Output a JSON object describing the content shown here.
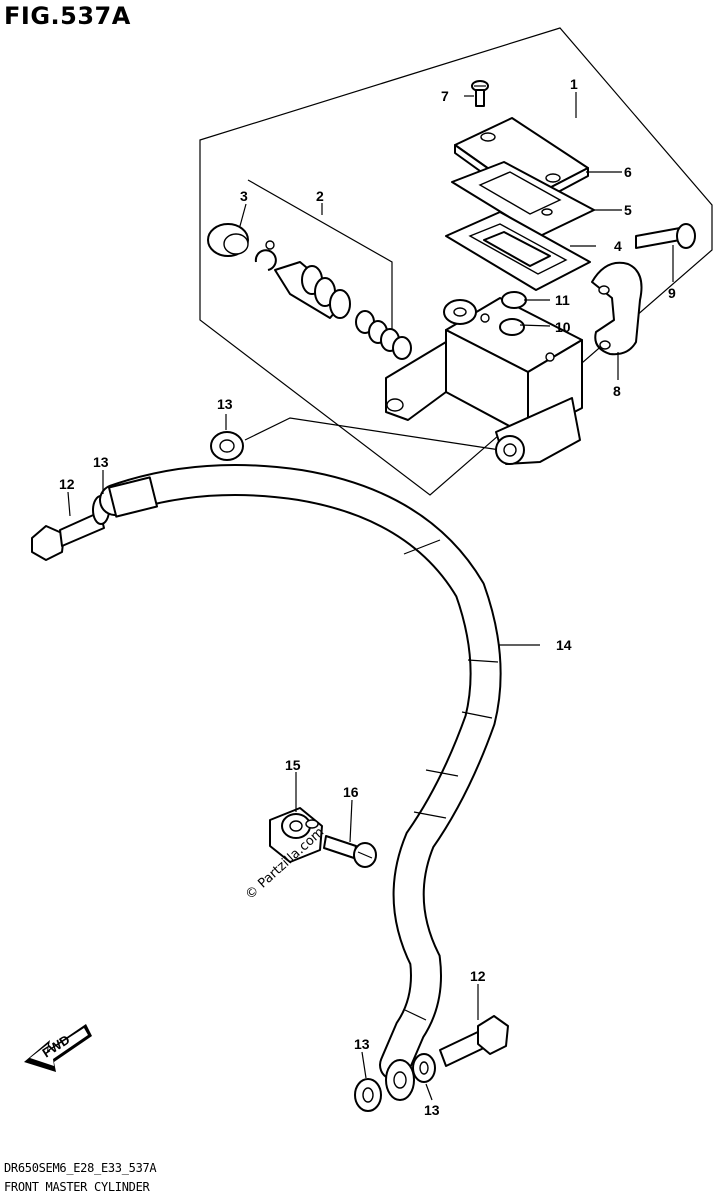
{
  "figure": {
    "title": "FIG.537A"
  },
  "footer": {
    "code": "DR650SEM6_E28_E33_537A",
    "caption": "FRONT MASTER CYLINDER"
  },
  "watermark": {
    "text": "© Partzilla.com"
  },
  "fwd_badge": {
    "label": "FWD"
  },
  "callouts": [
    {
      "id": "1",
      "label": "1"
    },
    {
      "id": "2",
      "label": "2"
    },
    {
      "id": "3",
      "label": "3"
    },
    {
      "id": "4",
      "label": "4"
    },
    {
      "id": "5",
      "label": "5"
    },
    {
      "id": "6",
      "label": "6"
    },
    {
      "id": "7",
      "label": "7"
    },
    {
      "id": "8",
      "label": "8"
    },
    {
      "id": "9",
      "label": "9"
    },
    {
      "id": "10",
      "label": "10"
    },
    {
      "id": "11",
      "label": "11"
    },
    {
      "id": "12a",
      "label": "12"
    },
    {
      "id": "12b",
      "label": "12"
    },
    {
      "id": "13a",
      "label": "13"
    },
    {
      "id": "13b",
      "label": "13"
    },
    {
      "id": "13c",
      "label": "13"
    },
    {
      "id": "13d",
      "label": "13"
    },
    {
      "id": "14",
      "label": "14"
    },
    {
      "id": "15",
      "label": "15"
    },
    {
      "id": "16",
      "label": "16"
    }
  ]
}
